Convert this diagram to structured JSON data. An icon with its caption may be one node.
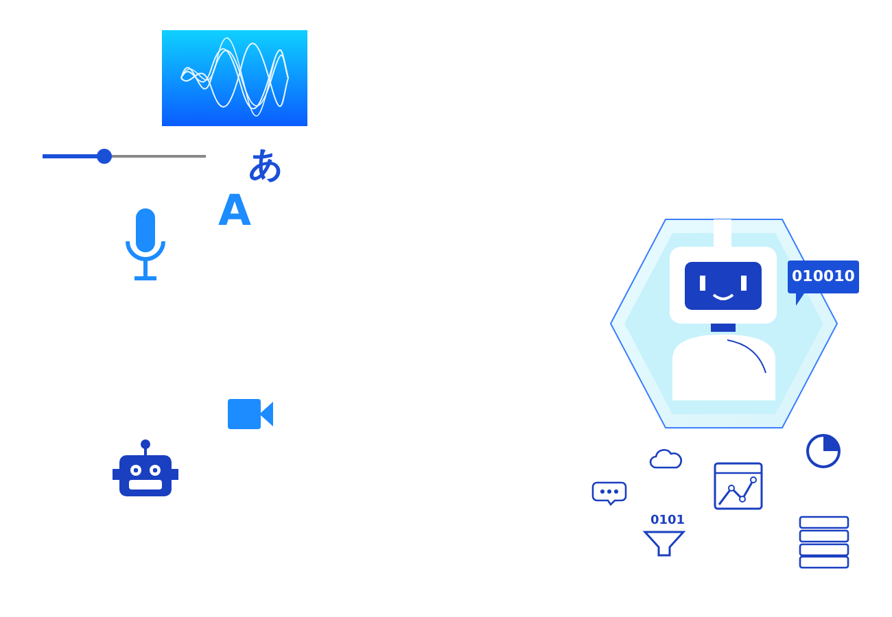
{
  "diagram": {
    "nodes": [
      {
        "text": [
          "010010"
        ]
      }
    ],
    "labels": [
      "あ",
      "A",
      "0101"
    ]
  }
}
